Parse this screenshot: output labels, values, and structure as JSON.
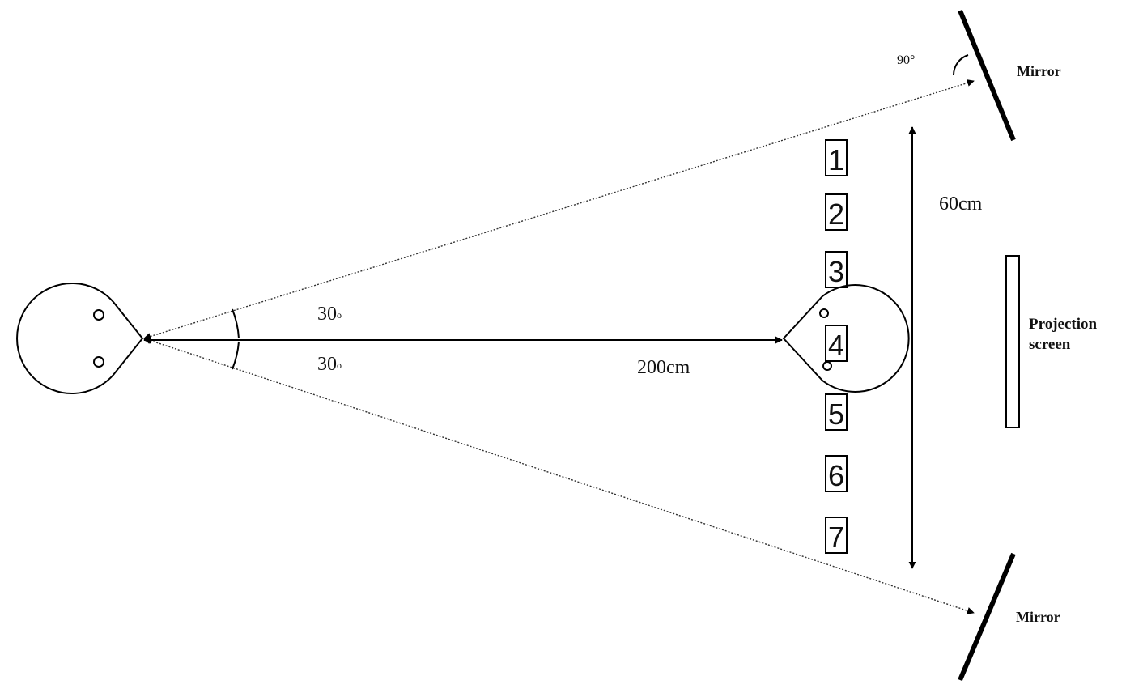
{
  "labels": {
    "mirror_top": "Mirror",
    "mirror_bottom": "Mirror",
    "projection_screen_line1": "Projection",
    "projection_screen_line2": "screen",
    "distance_horizontal": "200cm",
    "distance_vertical": "60cm",
    "angle_upper": "30",
    "angle_lower": "30",
    "angle_mirror": "90°",
    "degree_marker": "o"
  },
  "positions": [
    "1",
    "2",
    "3",
    "4",
    "5",
    "6",
    "7"
  ]
}
